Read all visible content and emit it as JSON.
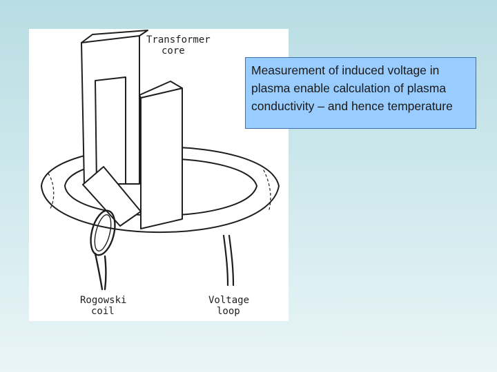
{
  "diagram": {
    "labels": {
      "transformer_core": [
        "Transformer",
        "core"
      ],
      "rogowski_coil": [
        "Rogowski",
        "coil"
      ],
      "voltage_loop": [
        "Voltage",
        "loop"
      ]
    }
  },
  "callout": {
    "text": "Measurement of induced voltage in plasma enable calculation of plasma conductivity – and hence temperature"
  },
  "colors": {
    "background_top": "#b8dde3",
    "background_bottom": "#e9f5f7",
    "callout_fill": "#99ccff",
    "callout_border": "#3b6fb0"
  }
}
